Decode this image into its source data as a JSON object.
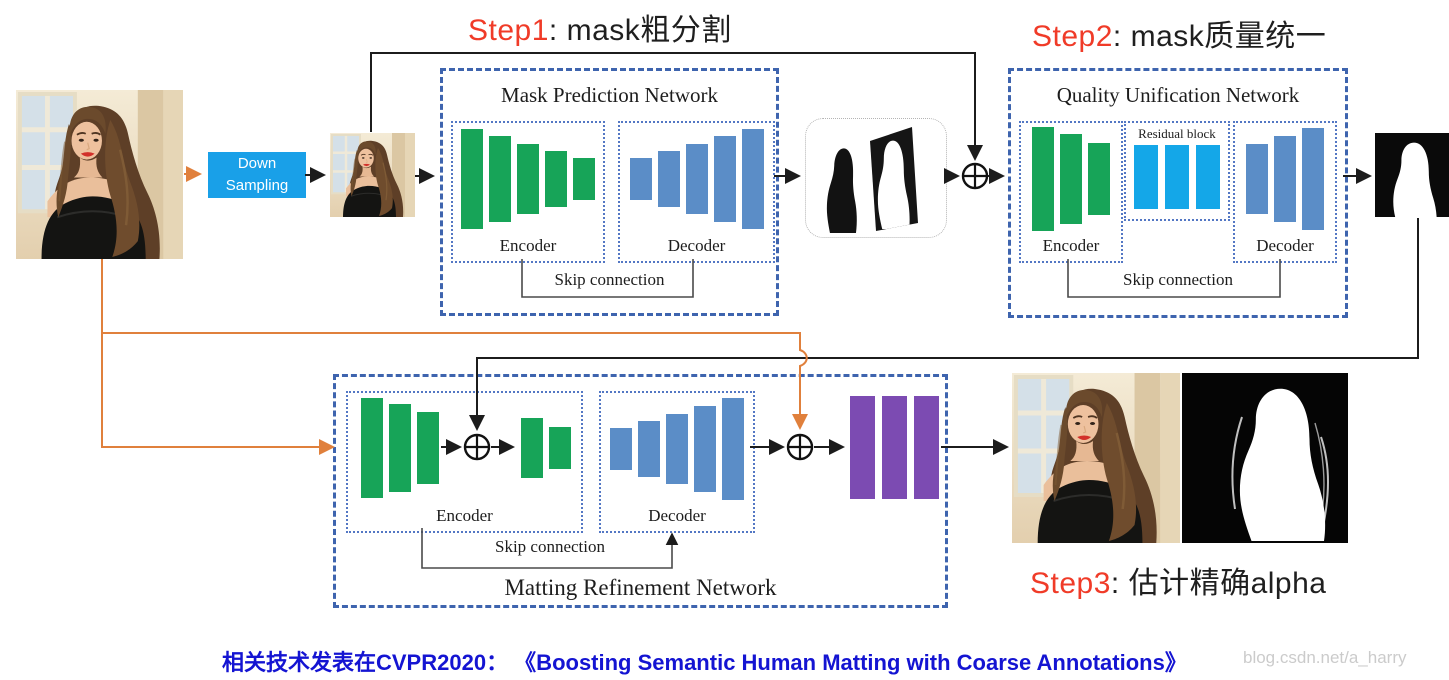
{
  "steps": [
    {
      "label": "Step1",
      "text": ": mask粗分割"
    },
    {
      "label": "Step2",
      "text": ": mask质量统一"
    },
    {
      "label": "Step3",
      "text": ": 估计精确alpha"
    }
  ],
  "down_sampling": {
    "label": "Down Sampling"
  },
  "networks": {
    "mpn": {
      "title": "Mask Prediction Network",
      "encoder_label": "Encoder",
      "decoder_label": "Decoder",
      "skip_label": "Skip connection"
    },
    "qun": {
      "title": "Quality Unification Network",
      "encoder_label": "Encoder",
      "residual_label": "Residual block",
      "decoder_label": "Decoder",
      "skip_label": "Skip connection"
    },
    "mrn": {
      "title": "Matting Refinement Network",
      "encoder_label": "Encoder",
      "decoder_label": "Decoder",
      "skip_label": "Skip connection"
    }
  },
  "caption": {
    "text": "相关技术发表在CVPR2020： 《Boosting Semantic Human Matting with Coarse Annotations》"
  },
  "watermark": {
    "text": "blog.csdn.net/a_harry"
  },
  "colors": {
    "green": "#17a458",
    "blue": "#5b8dc7",
    "cyan": "#14a7e8",
    "purple": "#7c4bb2",
    "dashed": "#3e64ae",
    "dotted": "#5377c4",
    "orange": "#e0803c",
    "step_red": "#f03b28",
    "caption_blue": "#1414d2",
    "downsampling_bg": "#19a0e8"
  },
  "bars": {
    "mpn_encoder": [
      100,
      86,
      70,
      56,
      42
    ],
    "mpn_decoder": [
      42,
      56,
      70,
      86,
      100
    ],
    "qun_encoder": [
      104,
      90,
      72
    ],
    "qun_residual": [
      64,
      64,
      64
    ],
    "qun_decoder": [
      70,
      86,
      102
    ],
    "mrn_encoder_a": [
      100,
      88,
      72
    ],
    "mrn_encoder_b": [
      60,
      42
    ],
    "mrn_decoder": [
      42,
      56,
      70,
      86,
      102
    ],
    "mrn_conv": [
      103,
      103,
      103
    ]
  }
}
